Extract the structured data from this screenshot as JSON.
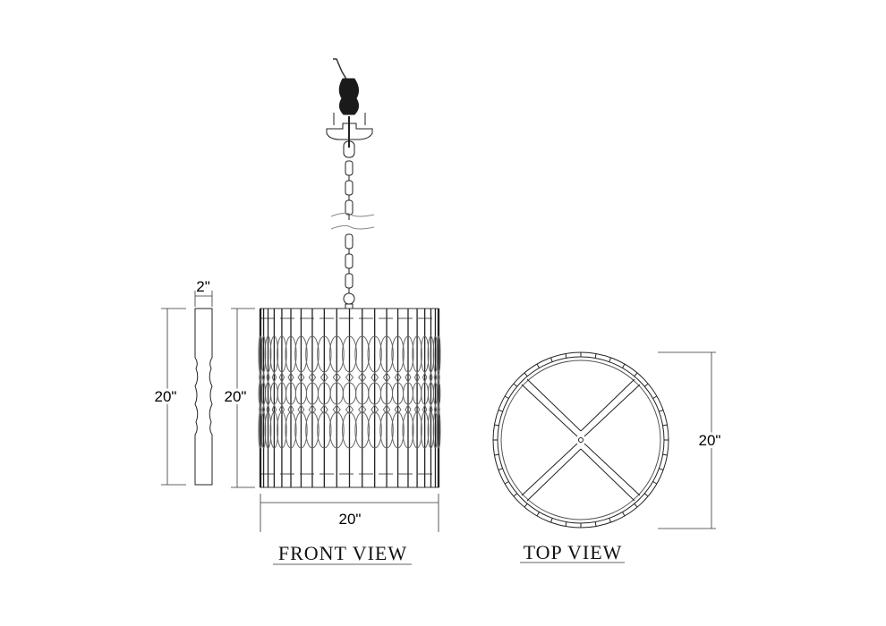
{
  "side_view": {
    "width_label": "2\"",
    "height_label": "20\""
  },
  "front_view": {
    "title": "FRONT VIEW",
    "height_label": "20\"",
    "width_label": "20\""
  },
  "top_view": {
    "title": "TOP VIEW",
    "diameter_label": "20\""
  },
  "colors": {
    "line": "#222222",
    "light_line": "#777777",
    "cord": "#1a1a1a"
  }
}
